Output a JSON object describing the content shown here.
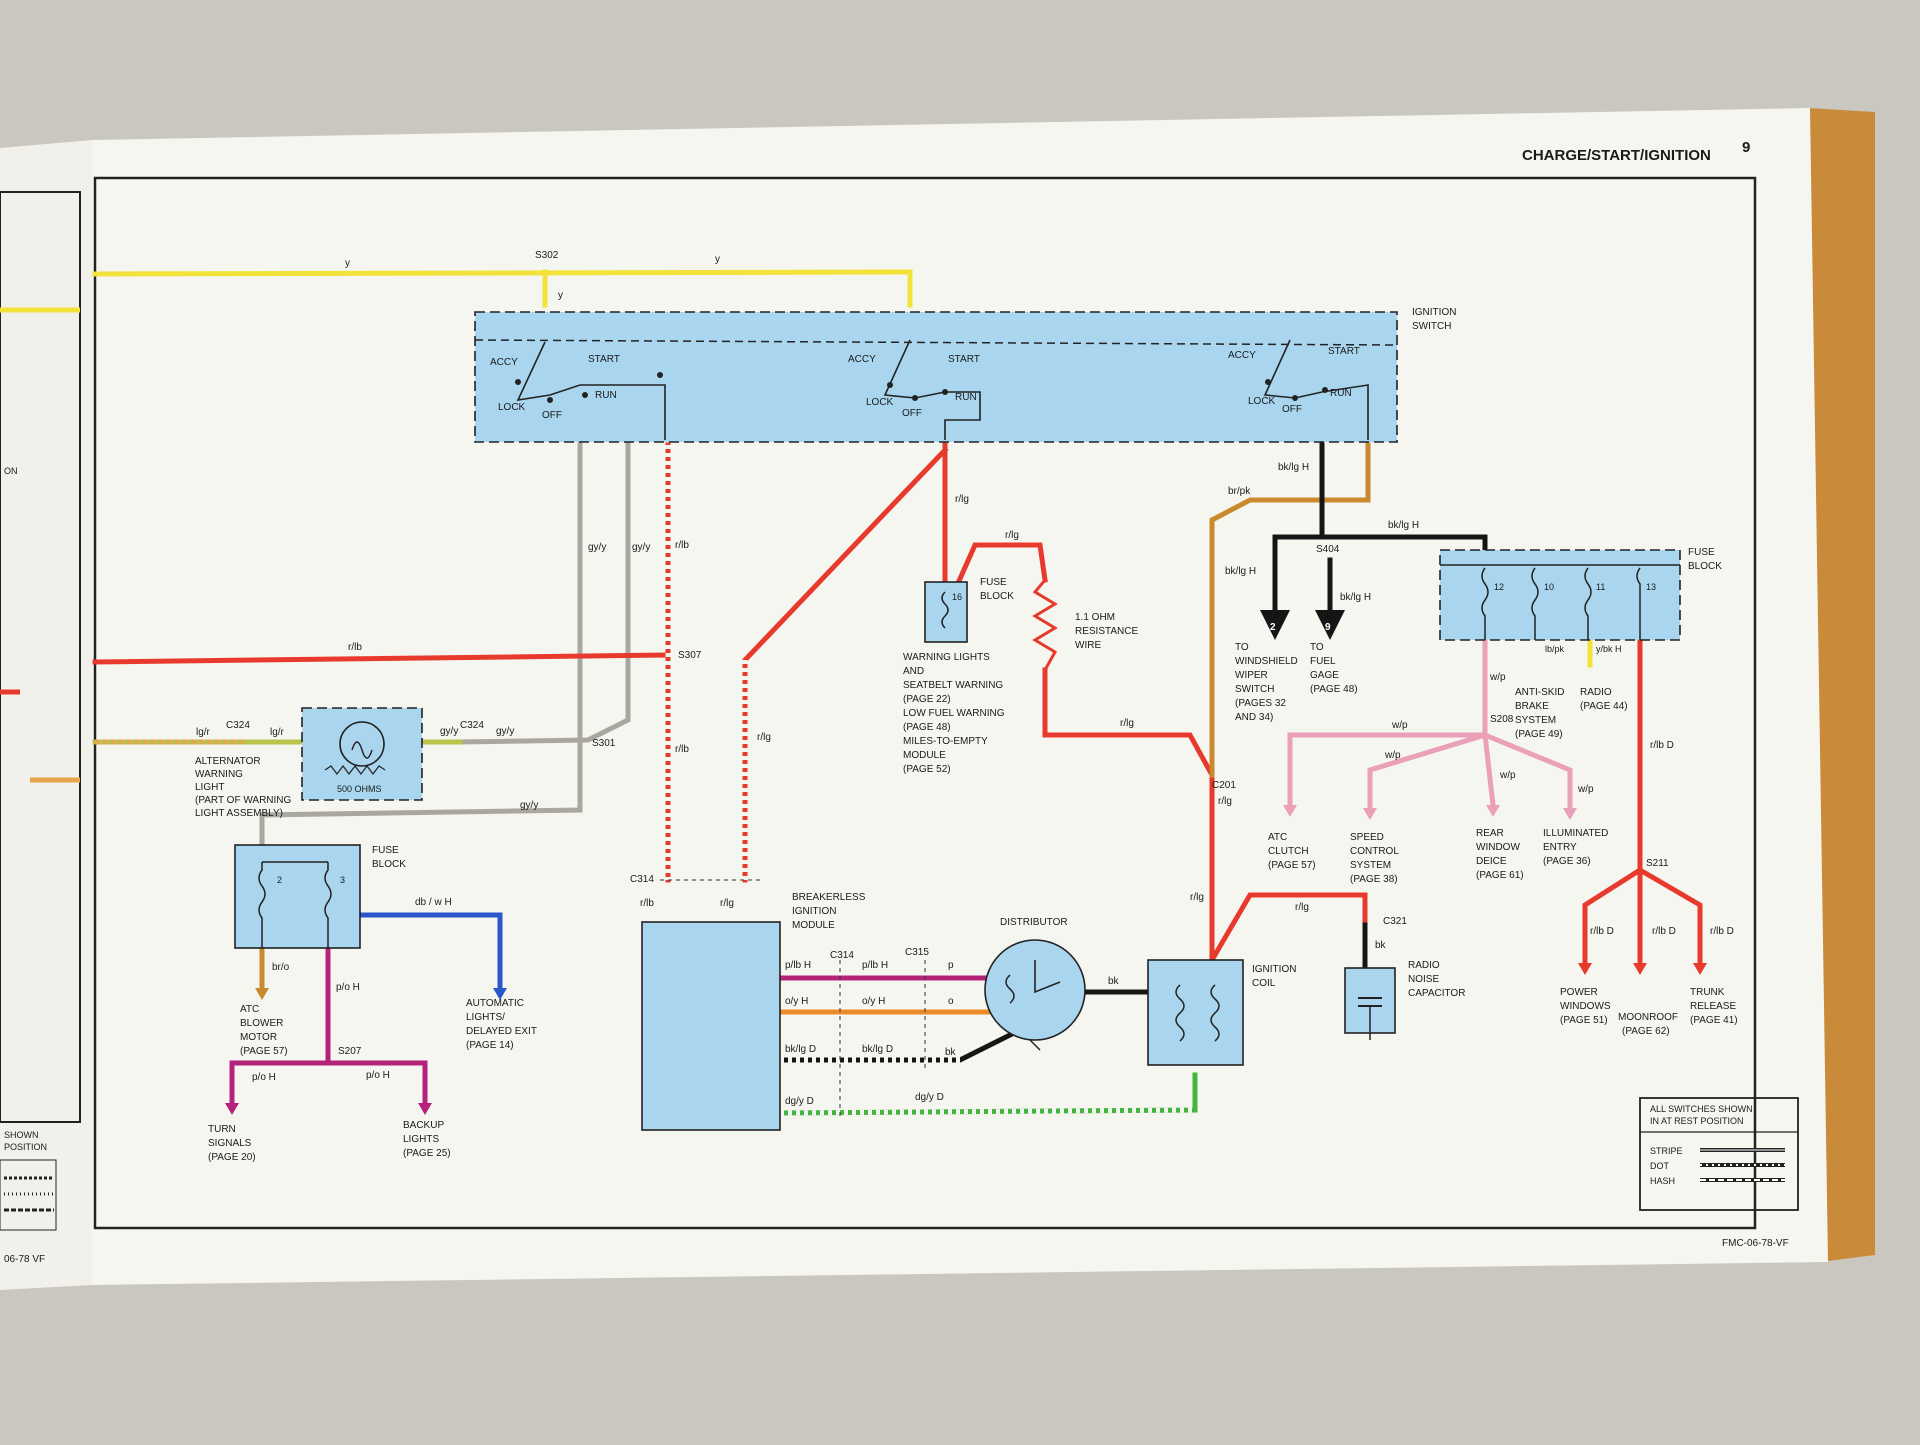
{
  "header": {
    "title": "CHARGE/START/IGNITION",
    "page": "9"
  },
  "footer": {
    "code": "FMC-06-78-VF",
    "left_code": "06-78 VF"
  },
  "colors": {
    "yellow": "#f2e23a",
    "red": "#e83a2c",
    "gray": "#a9a7a0",
    "brown": "#c98a2e",
    "black": "#151515",
    "blue": "#2b55c9",
    "magenta": "#b4237a",
    "orange": "#ec8a26",
    "green": "#42b53a",
    "pink": "#e9a0b8",
    "lightblue": "#a9d6ee"
  },
  "switch": {
    "title": "IGNITION SWITCH",
    "accy": "ACCY",
    "start": "START",
    "lock": "LOCK",
    "off": "OFF",
    "run": "RUN"
  },
  "splices": {
    "s302": "S302",
    "s307": "S307",
    "s301": "S301",
    "s404": "S404",
    "s208": "S208",
    "s207": "S207",
    "s211": "S211"
  },
  "connectors": {
    "c324": "C324",
    "c314": "C314",
    "c315": "C315",
    "c201": "C201",
    "c321": "C321"
  },
  "wires": {
    "y": "y",
    "gyy": "gy/y",
    "rlb": "r/lb",
    "rlg": "r/lg",
    "lgr": "lg/r",
    "brpk": "br/pk",
    "bklgh": "bk/lg H",
    "wp": "w/p",
    "brlo": "br/o",
    "poh": "p/o H",
    "dbwh": "db / w H",
    "plbh": "p/lb H",
    "oyh": "o/y H",
    "bklgd": "bk/lg D",
    "dgyd": "dg/y D",
    "p": "p",
    "o": "o",
    "bk": "bk",
    "lbpk": "lb/pk",
    "ylbh": "y/bk H",
    "rlbd": "r/lb D"
  },
  "fuse_block_center": {
    "title_line1": "FUSE",
    "title_line2": "BLOCK",
    "number": "16"
  },
  "fuse_block_right": {
    "title_line1": "FUSE",
    "title_line2": "BLOCK",
    "fuses": [
      "12",
      "10",
      "11",
      "13"
    ]
  },
  "fuse_block_left": {
    "title_line1": "FUSE",
    "title_line2": "BLOCK",
    "fuses": [
      "2",
      "3"
    ]
  },
  "resistance": {
    "line1": "1.1 OHM",
    "line2": "RESISTANCE",
    "line3": "WIRE"
  },
  "warning_lights": [
    "WARNING LIGHTS",
    "AND",
    "SEATBELT WARNING",
    "(PAGE 22)",
    "LOW FUEL WARNING",
    "(PAGE 48)",
    "MILES-TO-EMPTY",
    "MODULE",
    "(PAGE 52)"
  ],
  "alternator": {
    "label": [
      "ALTERNATOR",
      "WARNING",
      "LIGHT",
      "(PART OF WARNING",
      "LIGHT ASSEMBLY)"
    ],
    "ohms": "500 OHMS"
  },
  "module": {
    "label": [
      "BREAKERLESS",
      "IGNITION",
      "MODULE"
    ]
  },
  "distributor": "DISTRIBUTOR",
  "coil": [
    "IGNITION",
    "COIL"
  ],
  "capacitor": [
    "RADIO",
    "NOISE",
    "CAPACITOR"
  ],
  "destinations": {
    "wiper": [
      "TO",
      "WINDSHIELD",
      "WIPER",
      "SWITCH",
      "(PAGES 32",
      "AND 34)"
    ],
    "wiper_num": "2",
    "fuel": [
      "TO",
      "FUEL",
      "GAGE",
      "(PAGE 48)"
    ],
    "fuel_num": "9",
    "antiskid": [
      "ANTI-SKID",
      "BRAKE",
      "SYSTEM",
      "(PAGE 49)"
    ],
    "radio": [
      "RADIO",
      "(PAGE 44)"
    ],
    "atc_clutch": [
      "ATC",
      "CLUTCH",
      "(PAGE 57)"
    ],
    "speed": [
      "SPEED",
      "CONTROL",
      "SYSTEM",
      "(PAGE 38)"
    ],
    "rear": [
      "REAR",
      "WINDOW",
      "DEICE",
      "(PAGE 61)"
    ],
    "illum": [
      "ILLUMINATED",
      "ENTRY",
      "(PAGE 36)"
    ],
    "power": [
      "POWER",
      "WINDOWS",
      "(PAGE 51)"
    ],
    "moonroof": [
      "MOONROOF",
      "(PAGE 62)"
    ],
    "trunk": [
      "TRUNK",
      "RELEASE",
      "(PAGE 41)"
    ],
    "atc_blower": [
      "ATC",
      "BLOWER",
      "MOTOR",
      "(PAGE 57)"
    ],
    "auto_lights": [
      "AUTOMATIC",
      "LIGHTS/",
      "DELAYED EXIT",
      "(PAGE 14)"
    ],
    "turn": [
      "TURN",
      "SIGNALS",
      "(PAGE 20)"
    ],
    "backup": [
      "BACKUP",
      "LIGHTS",
      "(PAGE 25)"
    ]
  },
  "legend": {
    "note_line1": "ALL SWITCHES SHOWN",
    "note_line2": "IN AT REST POSITION",
    "stripe": "STRIPE",
    "dot": "DOT",
    "hash": "HASH"
  },
  "left_page": {
    "fragment1": "SHOWN",
    "fragment2": "POSITION",
    "fragment3": "ON"
  }
}
